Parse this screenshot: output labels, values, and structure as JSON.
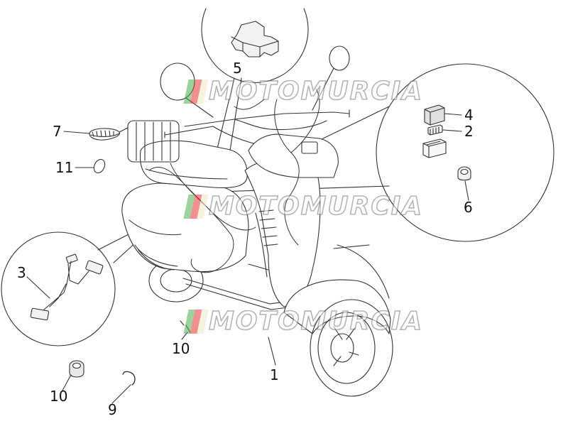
{
  "watermark": {
    "text": "MOTOMURCIA",
    "colors": [
      "#4caf50",
      "#e53935",
      "#f5e6c8"
    ]
  },
  "callouts": [
    {
      "id": "1",
      "label": "1"
    },
    {
      "id": "2",
      "label": "2"
    },
    {
      "id": "3",
      "label": "3"
    },
    {
      "id": "4",
      "label": "4"
    },
    {
      "id": "5",
      "label": "5"
    },
    {
      "id": "6",
      "label": "6"
    },
    {
      "id": "7",
      "label": "7"
    },
    {
      "id": "9",
      "label": "9"
    },
    {
      "id": "10a",
      "label": "10"
    },
    {
      "id": "10b",
      "label": "10"
    },
    {
      "id": "11",
      "label": "11"
    }
  ],
  "colors": {
    "line": "#333333",
    "fill_light": "#f2f2f2",
    "fill_mid": "#d0d0d0"
  }
}
